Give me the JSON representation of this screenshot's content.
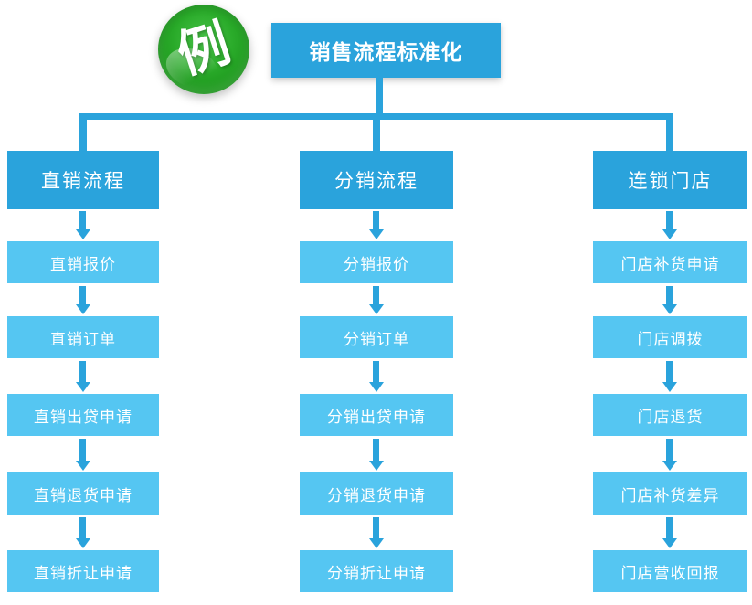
{
  "badge": {
    "label": "例"
  },
  "root": {
    "title": "销售流程标准化"
  },
  "columns": [
    {
      "title": "直销流程",
      "items": [
        "直销报价",
        "直销订单",
        "直销出贷申请",
        "直销退货申请",
        "直销折让申请"
      ]
    },
    {
      "title": "分销流程",
      "items": [
        "分销报价",
        "分销订单",
        "分销出贷申请",
        "分销退货申请",
        "分销折让申请"
      ]
    },
    {
      "title": "连锁门店",
      "items": [
        "门店补货申请",
        "门店调拨",
        "门店退货",
        "门店补货差异",
        "门店营收回报"
      ]
    }
  ],
  "colors": {
    "node_dark_blue": "#2aa3dc",
    "node_light_blue": "#55c6f2",
    "connector_blue": "#2aa3dc",
    "badge_green": "#2aab2a",
    "text_white": "#ffffff",
    "background": "#ffffff"
  }
}
